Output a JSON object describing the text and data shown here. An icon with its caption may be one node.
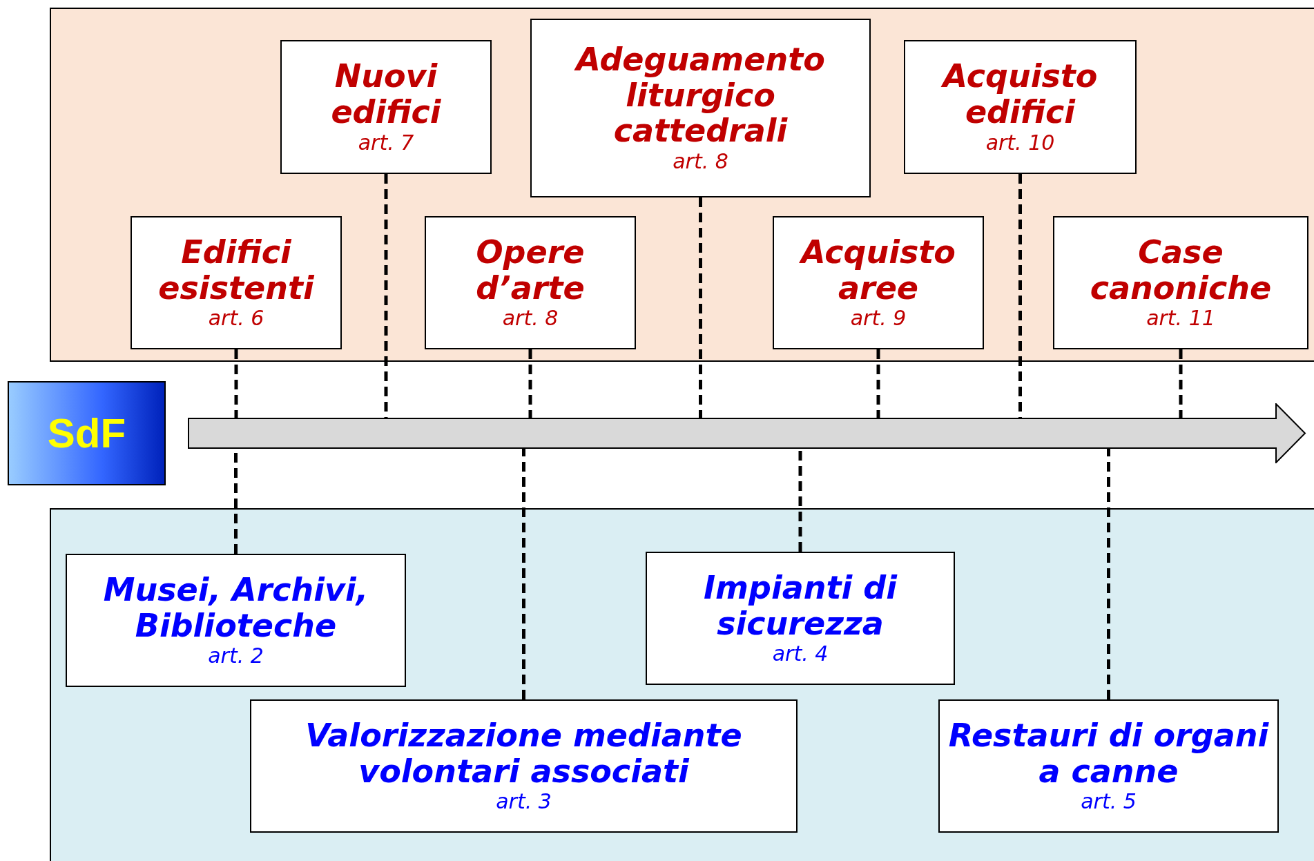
{
  "diagram": {
    "nodes": [
      {
        "text": [],
        "shape": "band"
      },
      {
        "text": [
          "Nuovi edifici",
          "art. 7"
        ],
        "in": 0
      },
      {
        "text": [
          "Adeguamento liturgico cattedrali",
          "art. 8"
        ],
        "in": 0
      },
      {
        "text": [
          "Acquisto edifici",
          "art. 10"
        ],
        "in": 0
      },
      {
        "text": [
          "Edifici esistenti",
          "art. 6"
        ],
        "in": 0
      },
      {
        "text": [
          "Opere d’arte",
          "art. 8"
        ],
        "in": 0
      },
      {
        "text": [
          "Acquisto aree",
          "art. 9"
        ],
        "in": 0
      },
      {
        "text": [
          "Case canoniche",
          "art. 11"
        ],
        "in": 0
      },
      {
        "text": [
          "SdF"
        ]
      },
      {
        "text": [],
        "shape": "arrow"
      },
      {
        "text": [],
        "shape": "band"
      },
      {
        "text": [
          "Musei, Archivi, Biblioteche",
          "art. 2"
        ],
        "in": 10
      },
      {
        "text": [
          "Impianti di sicurezza",
          "art. 4"
        ],
        "in": 10
      },
      {
        "text": [
          "Valorizzazione mediante volontari associati",
          "art. 3"
        ],
        "in": 10
      },
      {
        "text": [
          "Restauri di organi a canne",
          "art. 5"
        ],
        "in": 10
      }
    ],
    "edges": [
      {
        "from": 1,
        "to": 9,
        "arrow": "none",
        "style": "dashed"
      },
      {
        "from": 2,
        "to": 9,
        "arrow": "none",
        "style": "dashed"
      },
      {
        "from": 3,
        "to": 9,
        "arrow": "none",
        "style": "dashed"
      },
      {
        "from": 4,
        "to": 9,
        "arrow": "none",
        "style": "dashed"
      },
      {
        "from": 5,
        "to": 9,
        "arrow": "none",
        "style": "dashed"
      },
      {
        "from": 6,
        "to": 9,
        "arrow": "none",
        "style": "dashed"
      },
      {
        "from": 7,
        "to": 9,
        "arrow": "none",
        "style": "dashed"
      },
      {
        "from": 11,
        "to": 9,
        "arrow": "none",
        "style": "dashed"
      },
      {
        "from": 12,
        "to": 9,
        "arrow": "none",
        "style": "dashed"
      },
      {
        "from": 13,
        "to": 9,
        "arrow": "none",
        "style": "dashed"
      },
      {
        "from": 14,
        "to": 9,
        "arrow": "none",
        "style": "dashed"
      }
    ]
  }
}
